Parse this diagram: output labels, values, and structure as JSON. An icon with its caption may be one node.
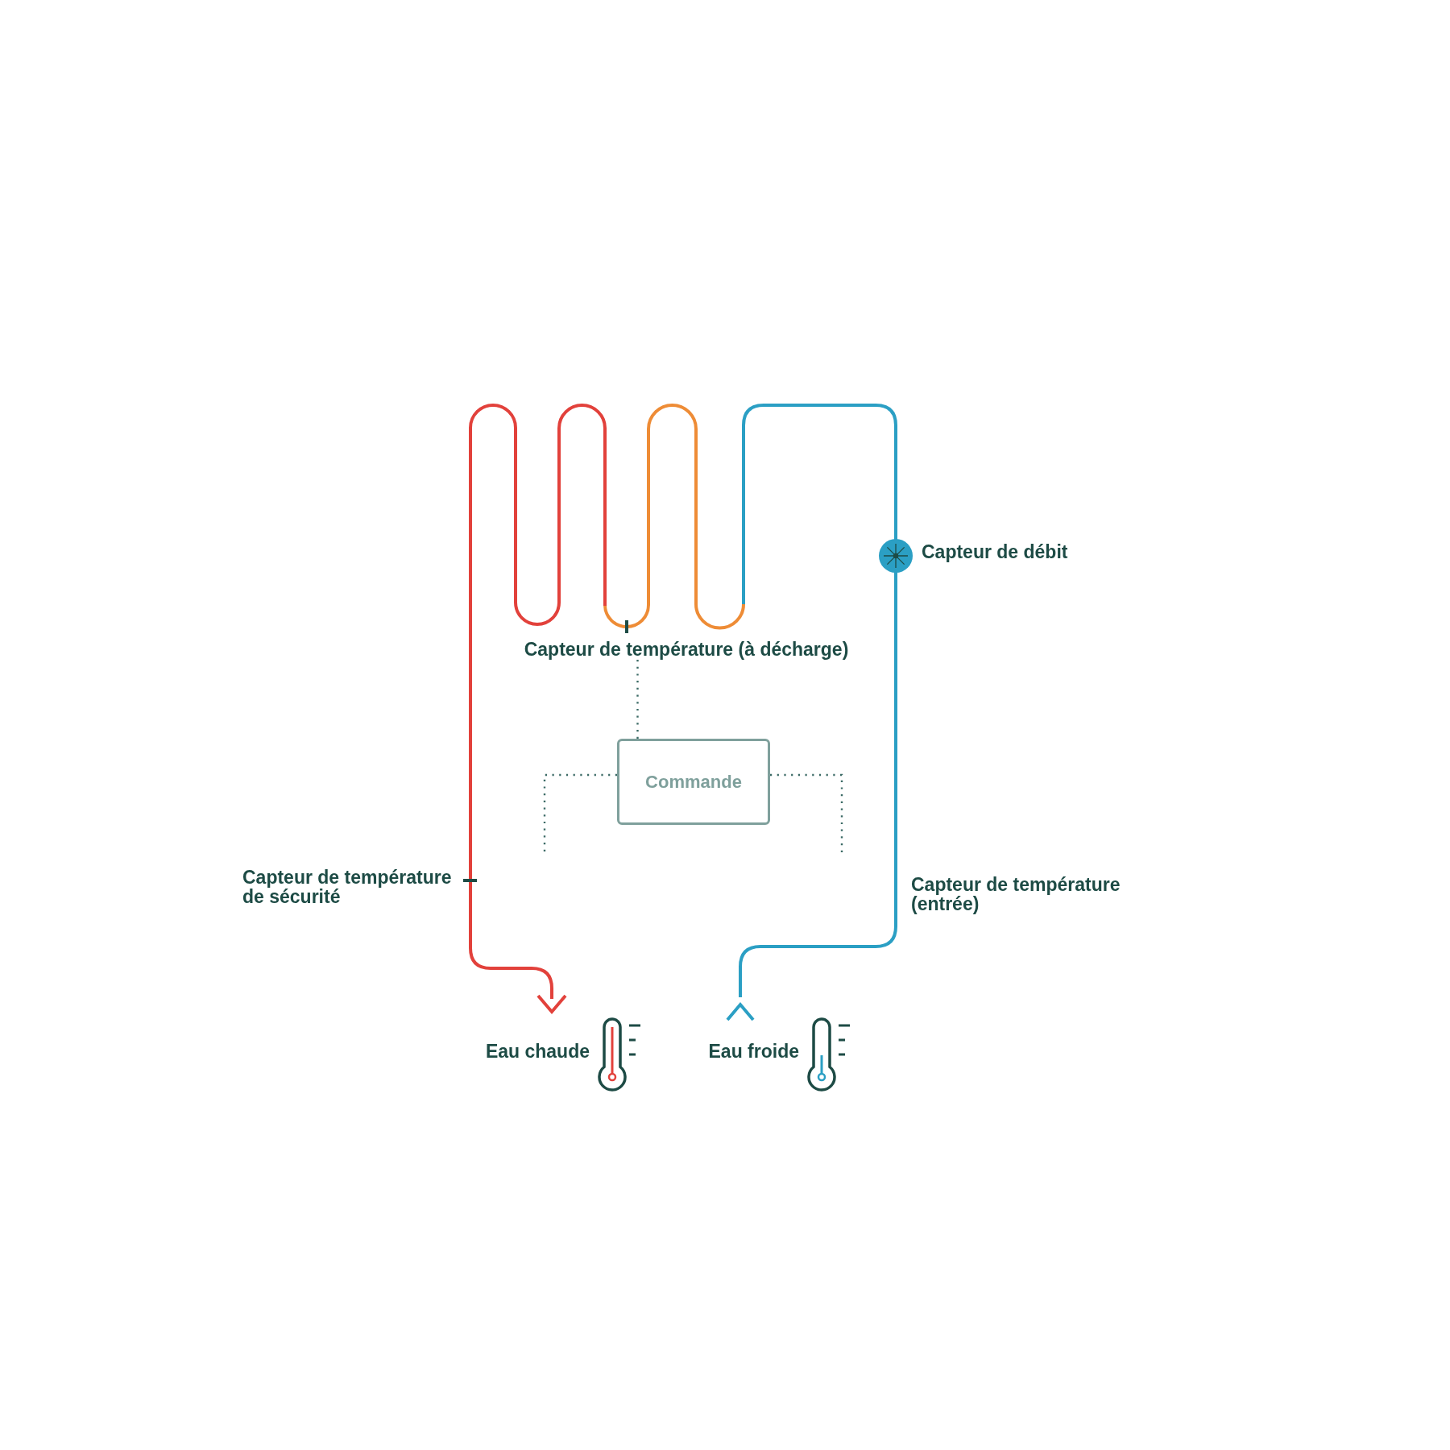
{
  "diagram": {
    "nodes": [
      {
        "text": [
          "Capteur de température (à décharge)"
        ]
      },
      {
        "text": [
          "Commande"
        ]
      }
    ],
    "edges": [
      {
        "from": 0,
        "to": 1,
        "arrow": "none",
        "style": "dashed"
      },
      {
        "from": 1,
        "to": null,
        "arrow": "none",
        "style": "dashed"
      },
      {
        "from": 1,
        "to": null,
        "arrow": "none",
        "style": "dashed"
      }
    ],
    "labels": [
      "Capteur de débit",
      "Capteur de température de sécurité",
      "Capteur de température (entrée)",
      "Eau chaude",
      "Eau froide"
    ]
  }
}
